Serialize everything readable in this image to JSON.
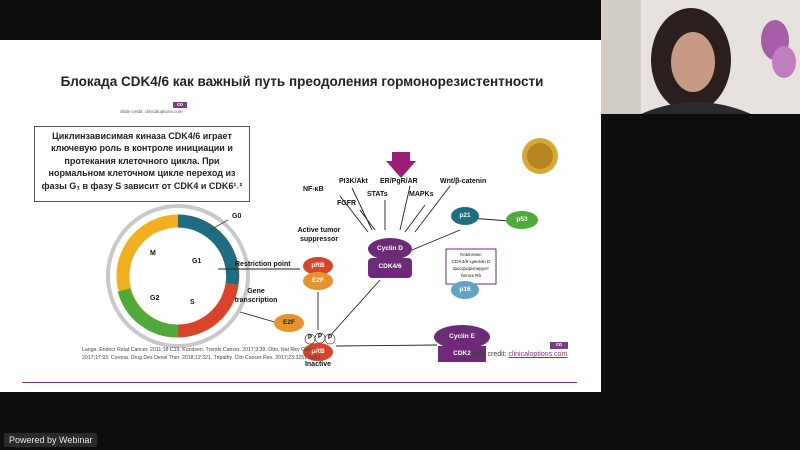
{
  "slide": {
    "title": "Блокада CDK4/6 как важный путь преодоления гормонорезистентности",
    "slide_credit_small": "Slide credit: clinicaloptions.com",
    "info_box": [
      "Циклинзависимая киназа CDK4/6 играет",
      "ключевую роль в контроле инициации и",
      "протекания клеточного цикла. При",
      "нормальном клеточном цикле переход из",
      "фазы G₁ в фазу S зависит от CDK4 и CDK6¹˒²"
    ],
    "pathway_labels": {
      "nfkb": "NF-κB",
      "pi3k": "PI3K/Akt",
      "fgfr": "FGFR",
      "stats": "STATs",
      "er": "ER/PgR/AR",
      "wnt": "Wnt/β-catenin",
      "mapks": "MAPKs"
    },
    "cyclin_d": "Cyclin D",
    "cdk46": "CDK4/6",
    "p53": "p53",
    "p21": "p21",
    "p16": "p16",
    "complex_text": [
      "Комплекс",
      "CDK4/6-циклин D",
      "фосфорилирует",
      "белок Rb"
    ],
    "active_tumor": [
      "Active tumor",
      "suppressor"
    ],
    "prb": "pRB",
    "e2f": "E2F",
    "restriction_point": "Restriction point",
    "gene_transcription": [
      "Gene",
      "transcription"
    ],
    "p_label": "P",
    "inactive": "Inactive",
    "cyclin_e": "Cyclin E",
    "cdk2": "CDK2",
    "cycle": {
      "g0": "G0",
      "g1": "G1",
      "m": "M",
      "g2": "G2",
      "s": "S"
    },
    "references": [
      "Lange. Endocr Relat Cancer. 2011;18:C19. Kundsen. Trends Cancer. 2017;3:39. Otto. Nat Rev Cancer.",
      "2017;17:93. Corona. Drug Des Devel Ther. 2018;12:321. Tripathy. Clin Cancer Res. 2017;23:3251-3262."
    ],
    "credit_label": "Slide credit: ",
    "credit_link": "clinicaloptions.com",
    "logo_text": "co"
  },
  "webinar_badge": "Powered by Webinar",
  "colors": {
    "purple": "#6c2a78",
    "teal": "#1e6e83",
    "red": "#d9432a",
    "orange": "#e8922c",
    "green": "#4faa3c",
    "yellow": "#f2b01e",
    "magenta": "#9b1d76",
    "p_blue": "#7fc2d6"
  }
}
